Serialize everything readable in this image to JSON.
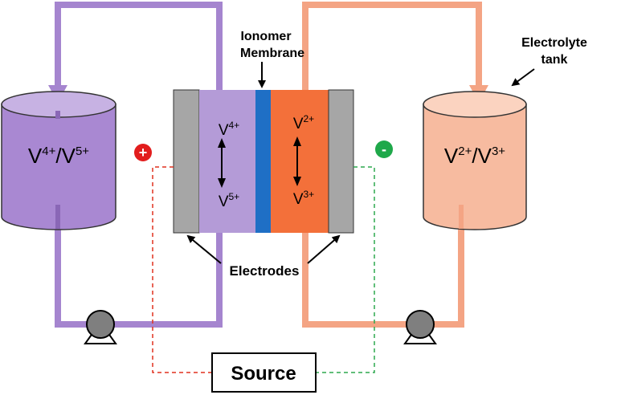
{
  "colors": {
    "purple_pipe": "#A585CF",
    "purple_dark": "#8A67B6",
    "purple_tank": "#A988D2",
    "purple_tank_top": "#C7B2E3",
    "purple_cell": "#B49BD7",
    "orange_pipe": "#F4A484",
    "orange_tank": "#F7BBA0",
    "orange_tank_top": "#FBD3C0",
    "orange_cell": "#F3703A",
    "electrode_gray": "#A6A6A6",
    "membrane_blue": "#1F6FC5",
    "positive_red": "#E21D1D",
    "negative_green": "#1FA84A",
    "wire_red": "#E0301E",
    "wire_green": "#2DA84F",
    "pump_gray": "#7F7F7F"
  },
  "labels": {
    "membrane_line1": "Ionomer",
    "membrane_line2": "Membrane",
    "tank_line1": "Electrolyte",
    "tank_line2": "tank",
    "electrodes": "Electrodes",
    "source": "Source",
    "positive": "+",
    "negative": "-"
  },
  "left_tank": {
    "ion_a": "V",
    "sup_a": "4+",
    "sep": "/",
    "ion_b": "V",
    "sup_b": "5+"
  },
  "right_tank": {
    "ion_a": "V",
    "sup_a": "2+",
    "sep": "/",
    "ion_b": "V",
    "sup_b": "3+"
  },
  "left_half_cell": {
    "top_ion": "V",
    "top_sup": "4+",
    "bottom_ion": "V",
    "bottom_sup": "5+"
  },
  "right_half_cell": {
    "top_ion": "V",
    "top_sup": "2+",
    "bottom_ion": "V",
    "bottom_sup": "3+"
  },
  "icons": [
    "pump-icon",
    "arrow-icon",
    "positive-terminal-icon",
    "negative-terminal-icon"
  ]
}
